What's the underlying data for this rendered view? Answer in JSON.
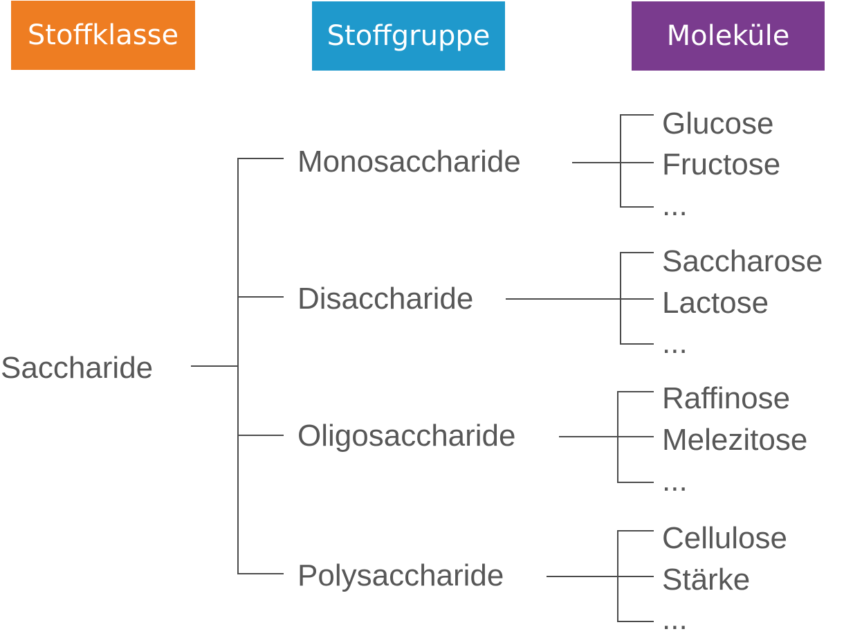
{
  "headers": {
    "class": "Stoffklasse",
    "group": "Stoffgruppe",
    "molecules": "Moleküle"
  },
  "colors": {
    "class": "#ee7d22",
    "group": "#1f99cc",
    "molecules": "#7a3b8e"
  },
  "root": "Saccharide",
  "groups": [
    {
      "name": "Monosaccharide",
      "molecules": [
        "Glucose",
        "Fructose",
        "..."
      ]
    },
    {
      "name": "Disaccharide",
      "molecules": [
        "Saccharose",
        "Lactose",
        "..."
      ]
    },
    {
      "name": "Oligosaccharide",
      "molecules": [
        "Raffinose",
        "Melezitose",
        "..."
      ]
    },
    {
      "name": "Polysaccharide",
      "molecules": [
        "Cellulose",
        "Stärke",
        "..."
      ]
    }
  ]
}
